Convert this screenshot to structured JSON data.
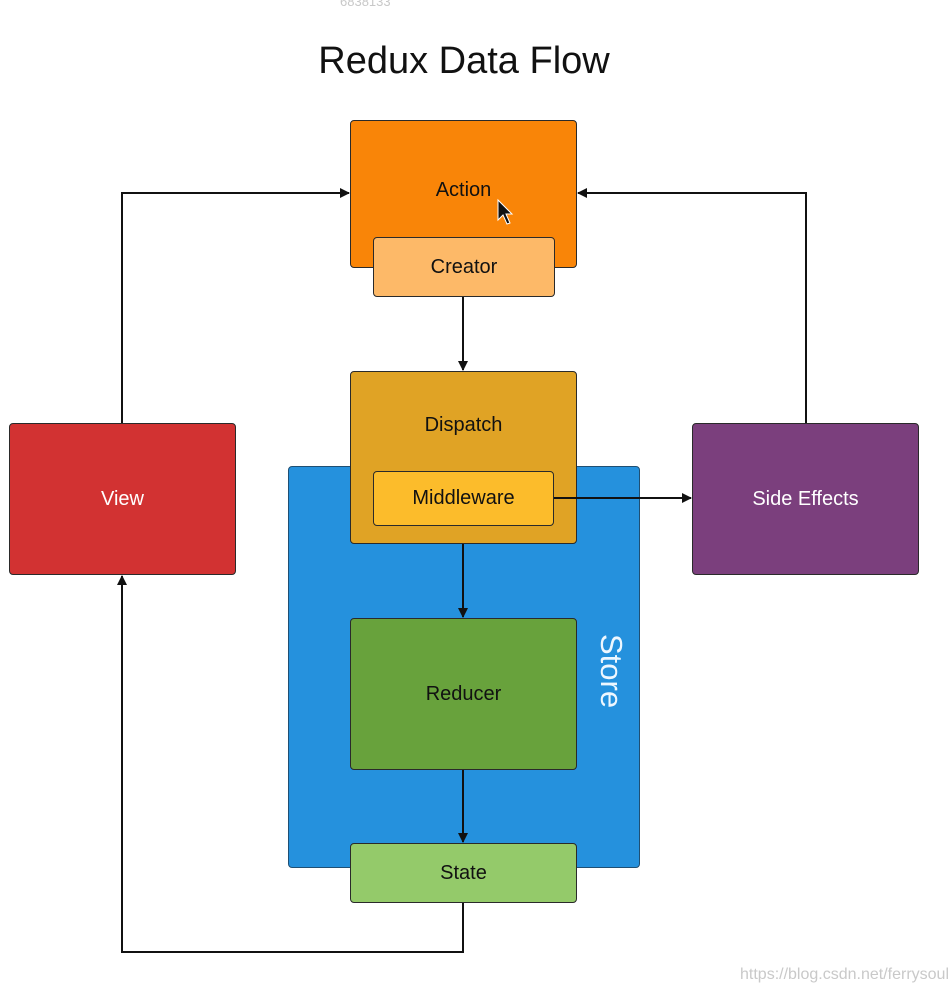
{
  "header": {
    "top_id": "6838133",
    "title": "Redux Data Flow"
  },
  "diagram": {
    "store_label": "Store",
    "action_label": "Action",
    "creator_label": "Creator",
    "dispatch_label": "Dispatch",
    "middleware_label": "Middleware",
    "view_label": "View",
    "side_effects_label": "Side Effects",
    "reducer_label": "Reducer",
    "state_label": "State"
  },
  "watermark": "https://blog.csdn.net/ferrysoul",
  "colors": {
    "action": "#F98508",
    "creator": "#FDB968",
    "dispatch": "#E0A325",
    "middleware": "#FCBC2B",
    "view": "#D23232",
    "side_effects": "#7B3F7D",
    "store": "#2591DD",
    "reducer": "#68A23C",
    "state": "#94CA6A",
    "line": "#111111"
  }
}
